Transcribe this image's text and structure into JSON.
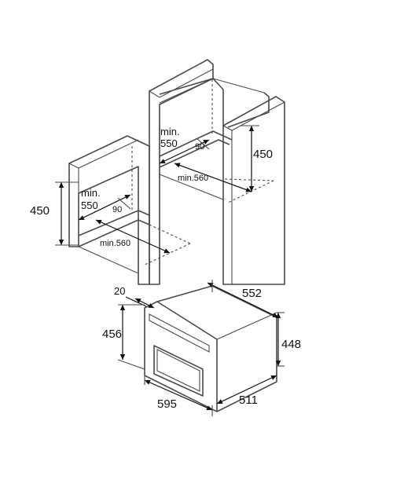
{
  "labels": {
    "upper_depth_min": "min.",
    "upper_depth_val": "550",
    "upper_ninety": "90",
    "upper_height": "450",
    "upper_width_min": "min.560",
    "lower_depth_min": "min.",
    "lower_depth_val": "550",
    "lower_ninety": "90",
    "lower_height": "450",
    "lower_width_min": "min.560",
    "appliance_depth_total": "552",
    "appliance_front_thickness": "20",
    "appliance_front_height": "456",
    "appliance_body_height": "448",
    "appliance_front_width": "595",
    "appliance_body_width": "511"
  }
}
